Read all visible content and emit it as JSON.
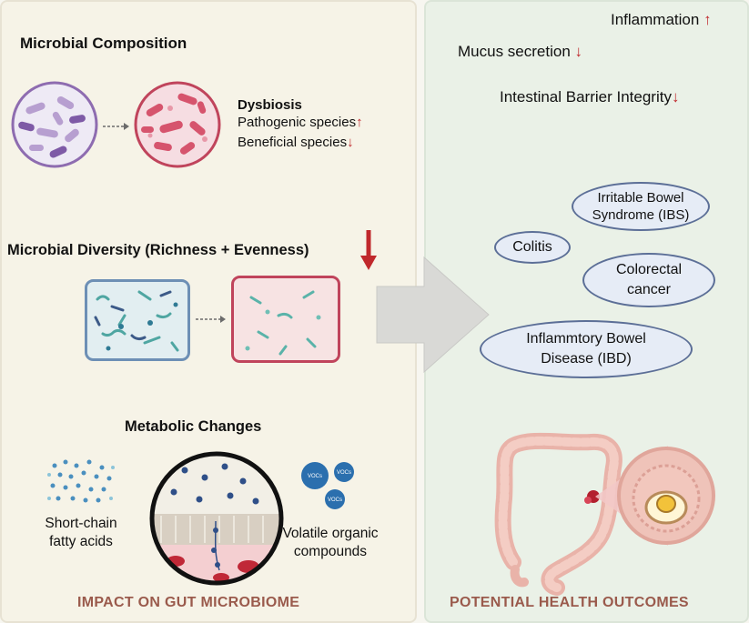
{
  "left_panel": {
    "composition": {
      "title": "Microbial Composition",
      "dysbiosis_label": "Dysbiosis",
      "pathogenic_label": "Pathogenic species",
      "beneficial_label": "Beneficial species"
    },
    "diversity": {
      "title": "Microbial Diversity (Richness + Evenness)"
    },
    "metabolic": {
      "title": "Metabolic Changes",
      "scfa_line1": "Short-chain",
      "scfa_line2": "fatty acids",
      "voc_line1": "Volatile organic",
      "voc_line2": "compounds",
      "voc_badge": "VOCs"
    },
    "footer": "IMPACT ON GUT MICROBIOME"
  },
  "right_panel": {
    "inflammation": "Inflammation",
    "mucus": "Mucus secretion",
    "barrier": "Intestinal Barrier Integrity",
    "conditions": {
      "ibs_line1": "Irritable Bowel",
      "ibs_line2": "Syndrome (IBS)",
      "colitis": "Colitis",
      "crc_line1": "Colorectal",
      "crc_line2": "cancer",
      "ibd_line1": "Inflammtory Bowel",
      "ibd_line2": "Disease (IBD)"
    },
    "footer": "POTENTIAL HEALTH OUTCOMES"
  },
  "colors": {
    "arrow_red": "#c0282c",
    "footer_brown": "#9a5a4c",
    "oval_fill": "#e6ecf6",
    "oval_border": "#5c6f97"
  },
  "icons": [
    "healthy-microbe-circle",
    "dysbiosis-microbe-circle",
    "diverse-microbiome-box",
    "reduced-microbiome-box",
    "scfa-dots",
    "gut-cross-section",
    "voc-bubbles",
    "colon-illustration",
    "tumor-magnifier",
    "process-arrow"
  ]
}
